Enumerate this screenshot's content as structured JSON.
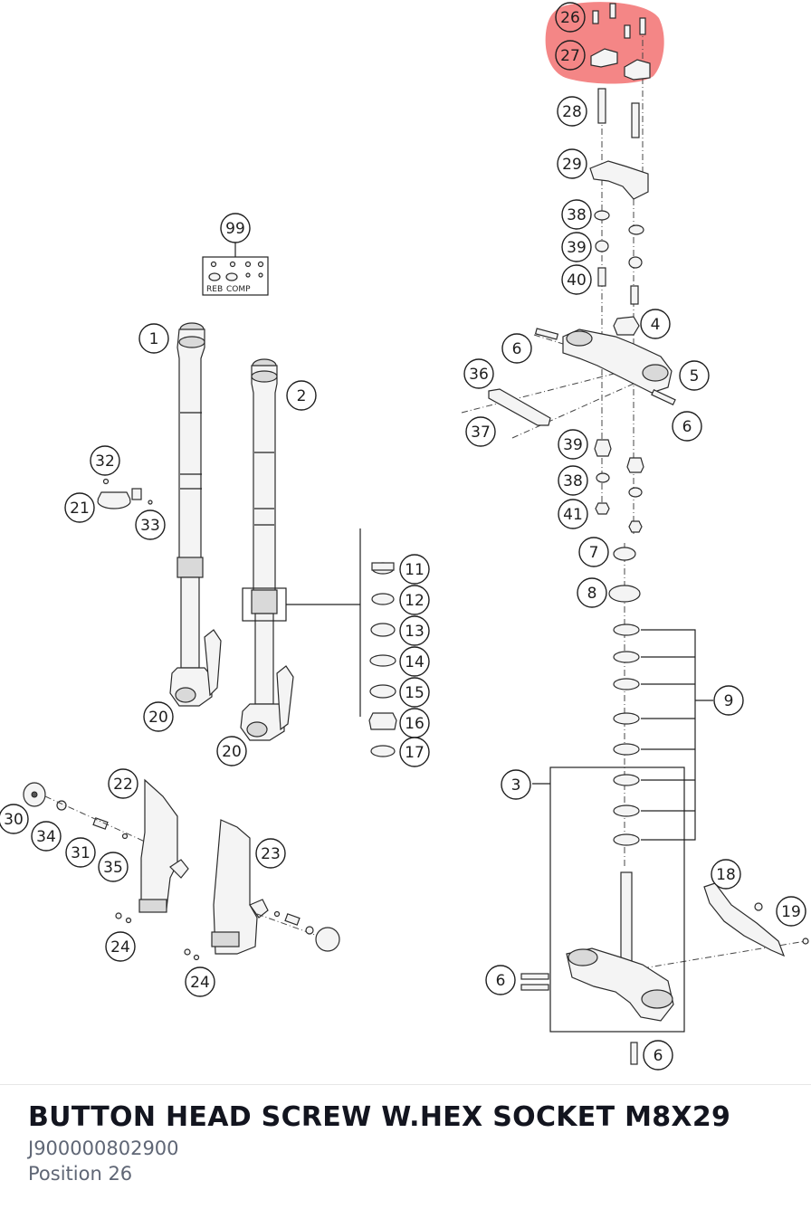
{
  "selected_part": {
    "name": "BUTTON HEAD SCREW W.HEX SOCKET M8X29",
    "number": "J900000802900",
    "position_label": "Position 26",
    "position": "26"
  },
  "highlight_color": "#ee3b3b",
  "kit_labels": {
    "reb": "REB",
    "comp": "COMP"
  },
  "callouts": [
    {
      "id": "26",
      "label": "26",
      "selected": true
    },
    {
      "id": "27",
      "label": "27",
      "selected": true
    },
    {
      "id": "28",
      "label": "28"
    },
    {
      "id": "29",
      "label": "29"
    },
    {
      "id": "38a",
      "label": "38"
    },
    {
      "id": "39a",
      "label": "39"
    },
    {
      "id": "40",
      "label": "40"
    },
    {
      "id": "4",
      "label": "4"
    },
    {
      "id": "6a",
      "label": "6"
    },
    {
      "id": "5",
      "label": "5"
    },
    {
      "id": "36",
      "label": "36"
    },
    {
      "id": "6b",
      "label": "6"
    },
    {
      "id": "37",
      "label": "37"
    },
    {
      "id": "39b",
      "label": "39"
    },
    {
      "id": "38b",
      "label": "38"
    },
    {
      "id": "41",
      "label": "41"
    },
    {
      "id": "7",
      "label": "7"
    },
    {
      "id": "8",
      "label": "8"
    },
    {
      "id": "9",
      "label": "9"
    },
    {
      "id": "3",
      "label": "3"
    },
    {
      "id": "18",
      "label": "18"
    },
    {
      "id": "19",
      "label": "19"
    },
    {
      "id": "6c",
      "label": "6"
    },
    {
      "id": "6d",
      "label": "6"
    },
    {
      "id": "99",
      "label": "99"
    },
    {
      "id": "1",
      "label": "1"
    },
    {
      "id": "2",
      "label": "2"
    },
    {
      "id": "32",
      "label": "32"
    },
    {
      "id": "21",
      "label": "21"
    },
    {
      "id": "33",
      "label": "33"
    },
    {
      "id": "11",
      "label": "11"
    },
    {
      "id": "12",
      "label": "12"
    },
    {
      "id": "13",
      "label": "13"
    },
    {
      "id": "14",
      "label": "14"
    },
    {
      "id": "15",
      "label": "15"
    },
    {
      "id": "16",
      "label": "16"
    },
    {
      "id": "17",
      "label": "17"
    },
    {
      "id": "20a",
      "label": "20"
    },
    {
      "id": "20b",
      "label": "20"
    },
    {
      "id": "22",
      "label": "22"
    },
    {
      "id": "30",
      "label": "30"
    },
    {
      "id": "34",
      "label": "34"
    },
    {
      "id": "31",
      "label": "31"
    },
    {
      "id": "35",
      "label": "35"
    },
    {
      "id": "23",
      "label": "23"
    },
    {
      "id": "24a",
      "label": "24"
    },
    {
      "id": "24b",
      "label": "24"
    }
  ]
}
